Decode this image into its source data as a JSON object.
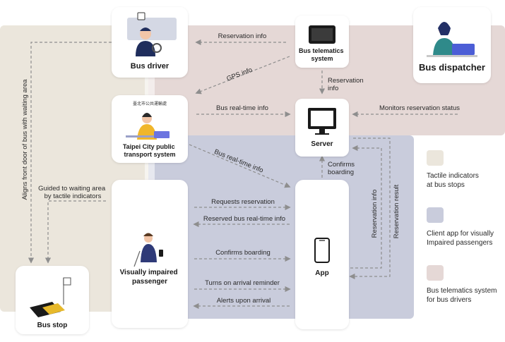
{
  "colors": {
    "tactile_zone": "#ebe6dc",
    "app_zone": "#c9ccdc",
    "telematics_zone": "#e5d8d6",
    "arrow": "#8e8e8e",
    "card": "#ffffff"
  },
  "nodes": {
    "bus_driver": "Bus driver",
    "bus_telematics": [
      "Bus telematics",
      "system"
    ],
    "bus_dispatcher": "Bus dispatcher",
    "taipei_transport": [
      "Taipei City public",
      "transport system"
    ],
    "taipei_logo_text": "臺北市公共運輸處",
    "server": "Server",
    "visually_impaired": [
      "Visually impaired",
      "passenger"
    ],
    "app": "App",
    "bus_stop": "Bus stop"
  },
  "edges": {
    "reservation_info_top": "Reservation info",
    "gps_info": "GPS info",
    "reservation_info_mid": [
      "Reservation",
      "info"
    ],
    "bus_realtime_info": "Bus real-time info",
    "monitors_status": "Monitors reservation status",
    "bus_realtime_info_diag": "Bus real-time info",
    "confirms_boarding_up": [
      "Confirms",
      "boarding"
    ],
    "aligns_front_door": "Aligns front door of bus with waiting area",
    "guided_waiting": [
      "Guided to waiting area",
      "by tactile indicators"
    ],
    "requests_reservation": "Requests reservation",
    "reserved_realtime": "Reserved bus real-time info",
    "confirms_boarding": "Confirms boarding",
    "turns_on_reminder": "Turns on arrival reminder",
    "alerts_arrival": "Alerts upon arrival",
    "reservation_info_vert": "Reservation info",
    "reservation_result_vert": "Reservation result"
  },
  "legend": {
    "tactile": [
      "Tactile indicators",
      "at bus stops"
    ],
    "app": [
      "Client app for visually",
      "Impaired passengers"
    ],
    "telematics": [
      "Bus telematics system",
      "for bus drivers"
    ]
  }
}
